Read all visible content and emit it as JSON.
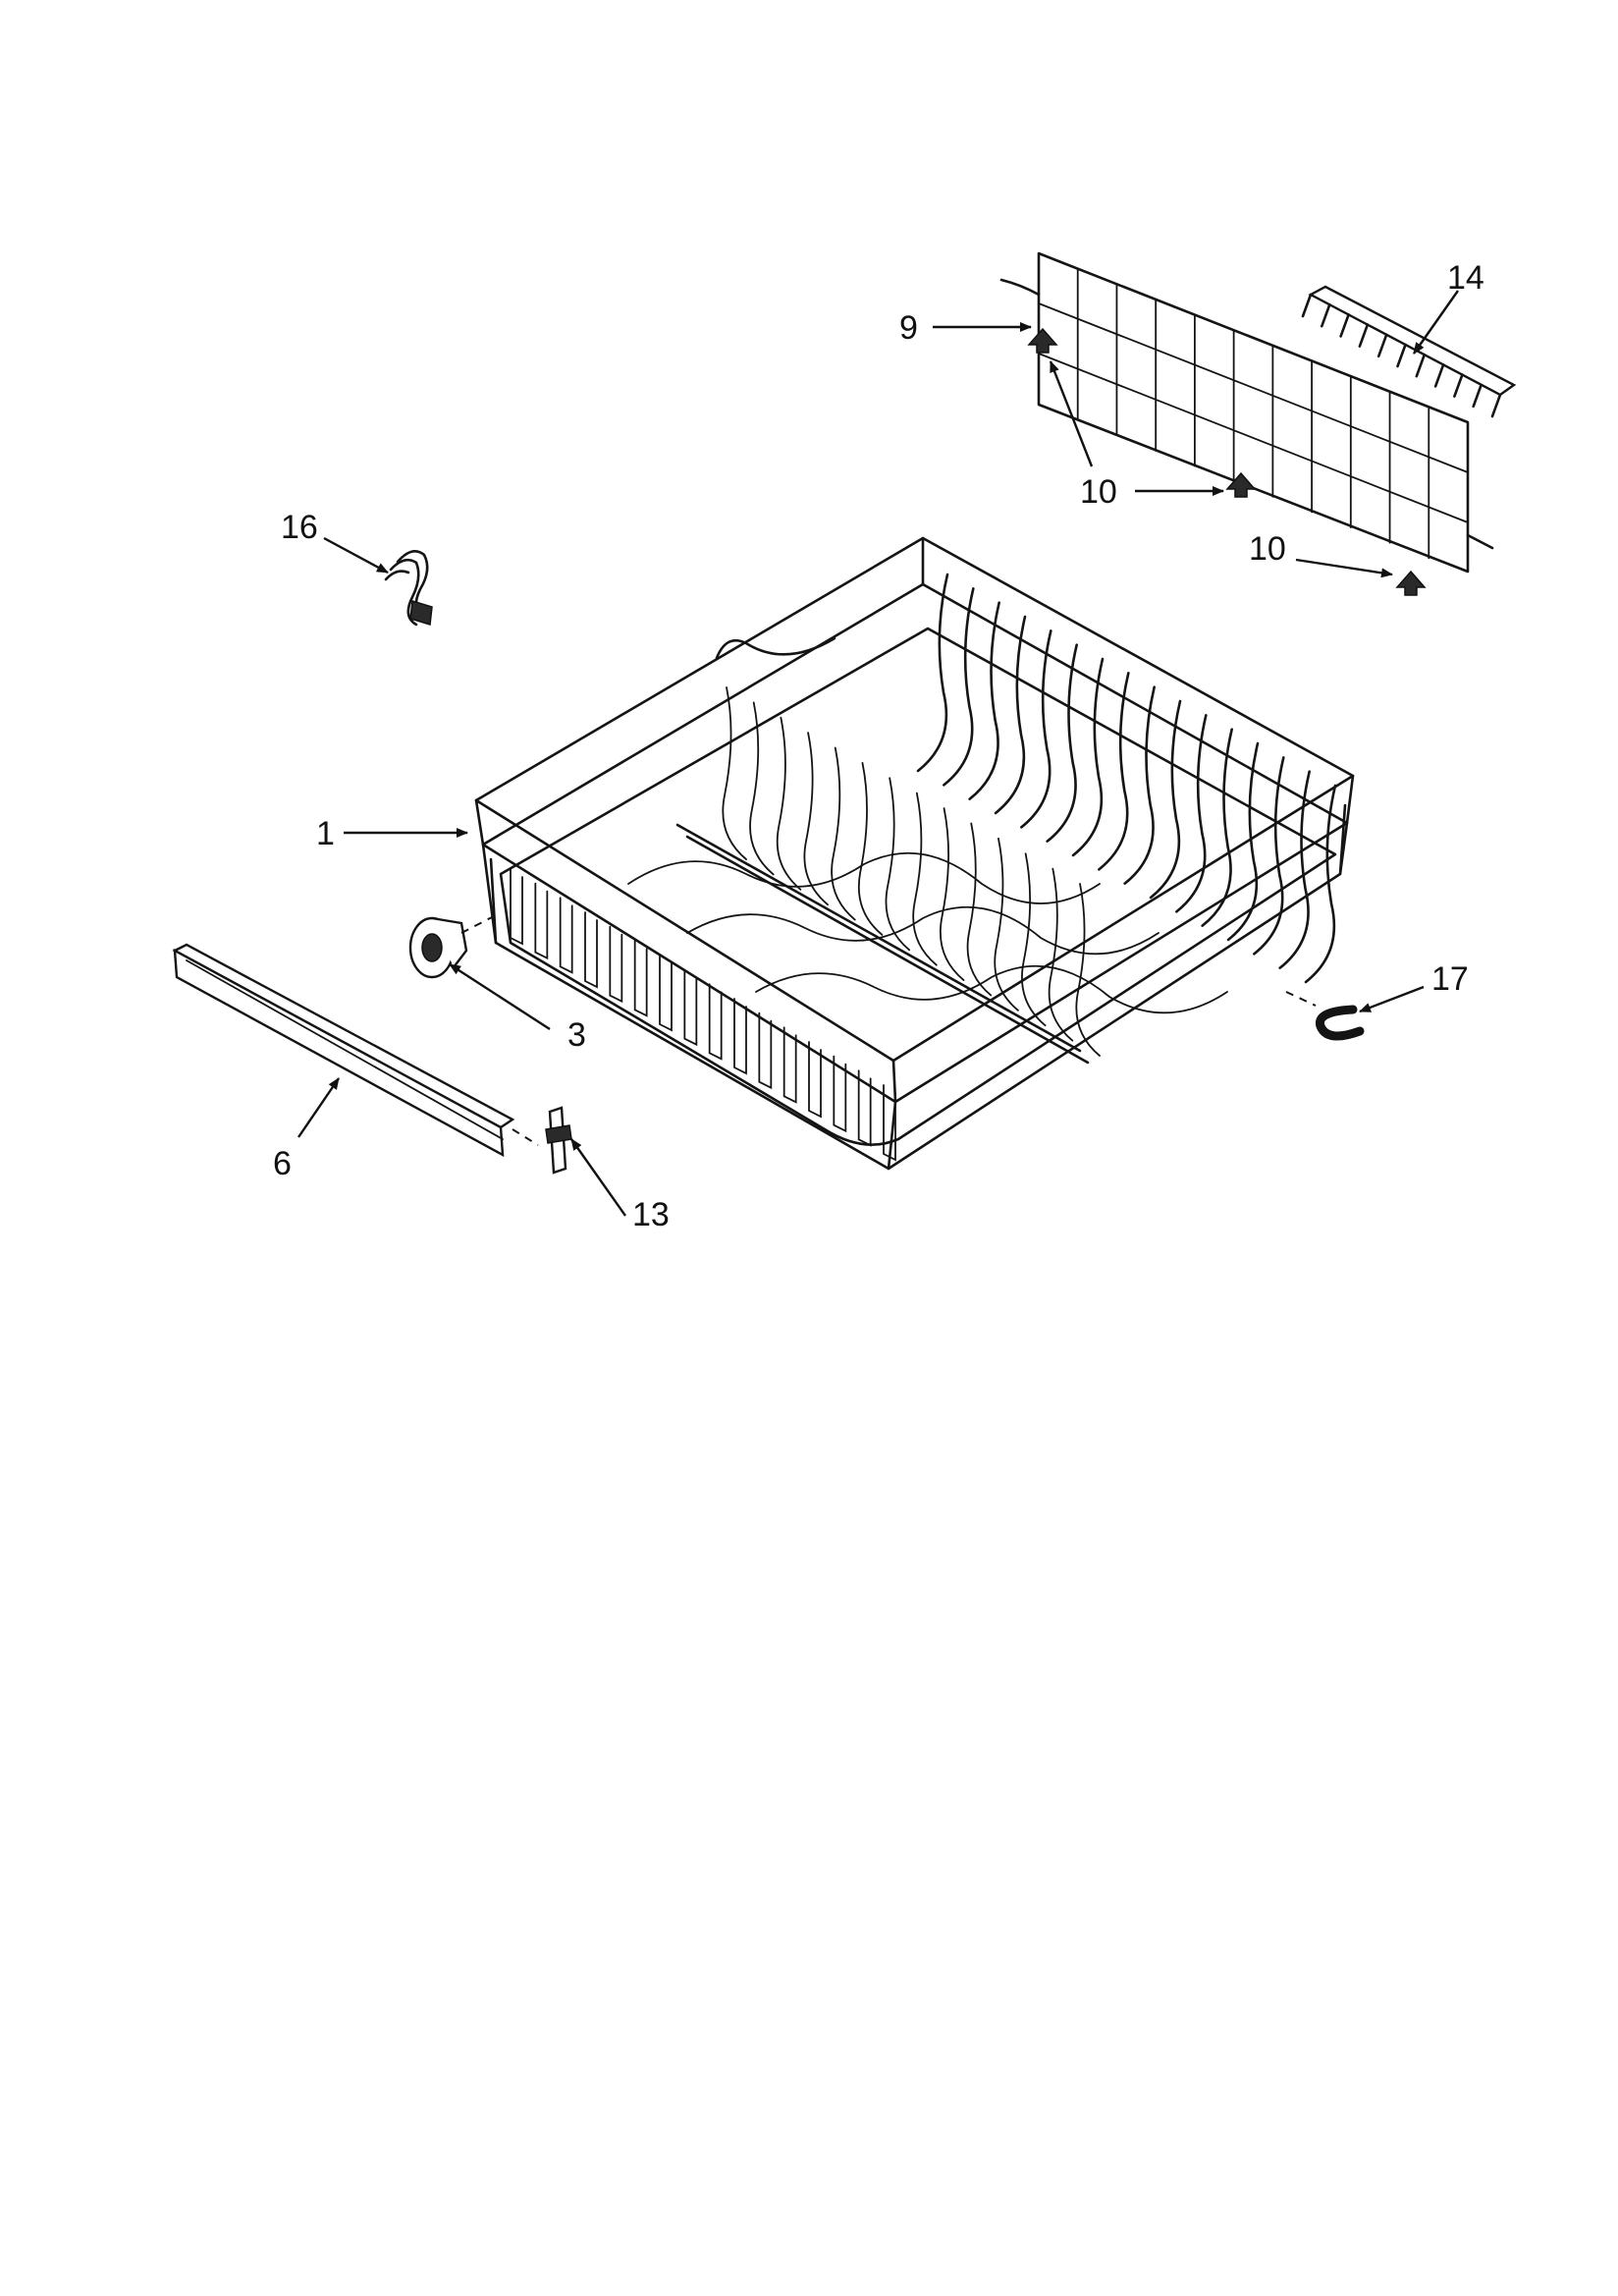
{
  "callouts": [
    {
      "id": "1",
      "label": "1"
    },
    {
      "id": "3",
      "label": "3"
    },
    {
      "id": "6",
      "label": "6"
    },
    {
      "id": "9",
      "label": "9"
    },
    {
      "id": "10a",
      "label": "10"
    },
    {
      "id": "10b",
      "label": "10"
    },
    {
      "id": "13",
      "label": "13"
    },
    {
      "id": "14",
      "label": "14"
    },
    {
      "id": "16",
      "label": "16"
    },
    {
      "id": "17",
      "label": "17"
    }
  ],
  "colors": {
    "ink": "#141414",
    "paper": "#ffffff"
  }
}
